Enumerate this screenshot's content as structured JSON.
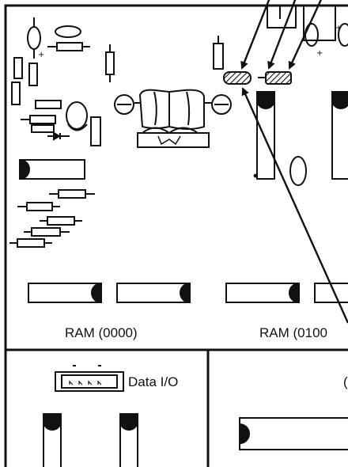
{
  "labels": {
    "ram_left": "RAM (0000)",
    "ram_right": "RAM (0100",
    "data_io": "Data  I/O",
    "cut_off_letter": "("
  },
  "colors": {
    "ink": "#111111",
    "paper": "#ffffff"
  }
}
